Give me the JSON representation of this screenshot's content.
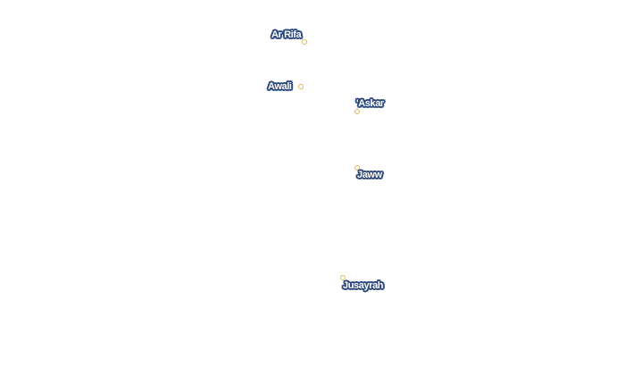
{
  "colors": {
    "background": "#ffffff",
    "label_text": "#ffffff",
    "label_halo": "#2e4a80",
    "marker_stroke": "#e0b860"
  },
  "places": [
    {
      "name": "Ar Rifa",
      "marker_icon": "city-dot-icon"
    },
    {
      "name": "Awali",
      "marker_icon": "city-dot-icon"
    },
    {
      "name": "'Askar",
      "marker_icon": "city-dot-icon"
    },
    {
      "name": "Jaww",
      "marker_icon": "city-dot-icon"
    },
    {
      "name": "Jusayrah",
      "marker_icon": "city-dot-icon"
    }
  ]
}
